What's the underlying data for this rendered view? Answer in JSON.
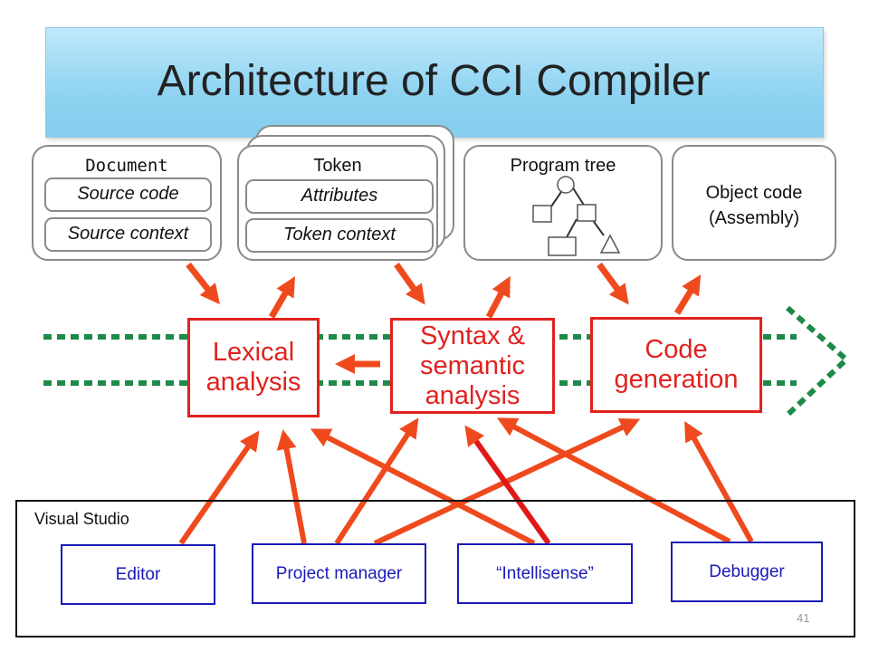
{
  "title": "Architecture of CCI Compiler",
  "data_cards": {
    "document": {
      "label": "Document",
      "items": [
        "Source code",
        "Source context"
      ]
    },
    "token": {
      "label": "Token",
      "items": [
        "Attributes",
        "Token context"
      ]
    },
    "program_tree": {
      "label": "Program tree"
    },
    "object_code": {
      "line1": "Object code",
      "line2": "(Assembly)"
    }
  },
  "phases": {
    "lexical": {
      "line1": "Lexical",
      "line2": "analysis"
    },
    "syntax": {
      "line1": "Syntax &",
      "line2": "semantic",
      "line3": "analysis"
    },
    "codegen": {
      "line1": "Code",
      "line2": "generation"
    }
  },
  "visual_studio": {
    "label": "Visual Studio",
    "components": {
      "editor": "Editor",
      "project_manager": "Project manager",
      "intellisense": "“Intellisense”",
      "debugger": "Debugger"
    }
  },
  "page_number": "41",
  "colors": {
    "arrow": "#ef4a1e",
    "arrow_dark": "#e01818",
    "phase_border": "#e0221e",
    "pipeline_dots": "#1e8a4a",
    "vs_component": "#1a1ab8"
  }
}
